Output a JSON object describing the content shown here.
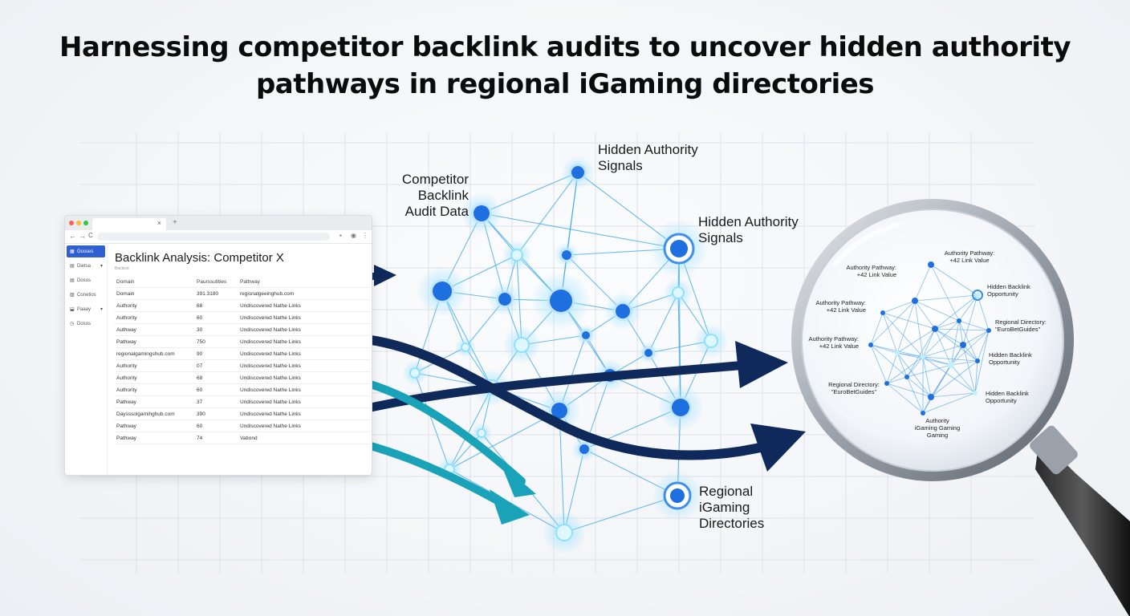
{
  "title": {
    "line1": "Harnessing competitor backlink audits to uncover hidden authority",
    "line2": "pathways in regional iGaming directories"
  },
  "labels": {
    "competitor": [
      "Competitor Backlink",
      "Audit Data"
    ],
    "hidden_top": [
      "Hidden Authority",
      "Signals"
    ],
    "hidden_right": [
      "Hidden Authority",
      "Signals"
    ],
    "regional": [
      "Regional",
      "iGaming",
      "Directories"
    ]
  },
  "browser": {
    "tab_close": "×",
    "tab_plus": "+",
    "nav_back": "←",
    "nav_forward": "→",
    "nav_reload": "C",
    "sidebar": [
      {
        "label": "Gosses",
        "icon": "▦",
        "active": true
      },
      {
        "label": "Dietsa",
        "icon": "▤",
        "chevron": "▾"
      },
      {
        "label": "Dosos",
        "icon": "▤"
      },
      {
        "label": "Conetios",
        "icon": "▨"
      },
      {
        "label": "Paaay",
        "icon": "⬓",
        "chevron": "▾"
      },
      {
        "label": "Dosos",
        "icon": "◷"
      }
    ],
    "panel_title": "Backlink Analysis: Competitor X",
    "panel_sub": "Backlsd",
    "columns": [
      "Domain",
      "Paurssutities",
      "Pathway"
    ],
    "rows": [
      [
        "Domain",
        "391.3180",
        "regisnalgeeinghub.com"
      ],
      [
        "Authority",
        "68",
        "Undiscovered Nathe Links"
      ],
      [
        "Authority",
        "60",
        "Undiscovered Nathe Links"
      ],
      [
        "Authway",
        "30",
        "Undiscovered Nathe Links"
      ],
      [
        "Pathway",
        "750",
        "Undiscovered Nathe Links"
      ],
      [
        "regionalgamingshub.com",
        "90",
        "Undiscovered Nathe Links"
      ],
      [
        "Authority",
        "07",
        "Undiscovered Nathe Links"
      ],
      [
        "Authority",
        "68",
        "Undiscovered Nathe Links"
      ],
      [
        "Authority",
        "60",
        "Undiscovered Nathe Links"
      ],
      [
        "Pathway",
        "37",
        "Undiscovered Nathe Links"
      ],
      [
        "Daysssolgamihghub.com",
        "390",
        "Undiscovered Nathe Links"
      ],
      [
        "Pathway",
        "60",
        "Undiscovered Nathe Links"
      ],
      [
        "Pathway",
        "74",
        "Vationd"
      ]
    ]
  },
  "lens": {
    "labels": [
      [
        "Authority Pathway:",
        "+42 Link Value"
      ],
      [
        "Authority Pathway:",
        "+42 Link Value"
      ],
      [
        "Authority Pathway:",
        "+42 Link Value"
      ],
      [
        "Authority Pathway:",
        "+42 Link Value"
      ],
      [
        "Hidden Backlink",
        "Opportunity"
      ],
      [
        "Regional Directory:",
        "\"EuroBetGuides\""
      ],
      [
        "Hidden Backlink",
        "Opportunity"
      ],
      [
        "Hidden Backlink",
        "Opportunity"
      ],
      [
        "Regional Directory:",
        "\"EuroBetGuides\""
      ],
      [
        "Authority",
        "iGaming Gaming",
        "Gaming"
      ]
    ]
  },
  "colors": {
    "navy": "#0f2a5a",
    "teal": "#1aa3b8",
    "node_blue": "#1e6fe0",
    "glow": "#7fd7ff"
  }
}
